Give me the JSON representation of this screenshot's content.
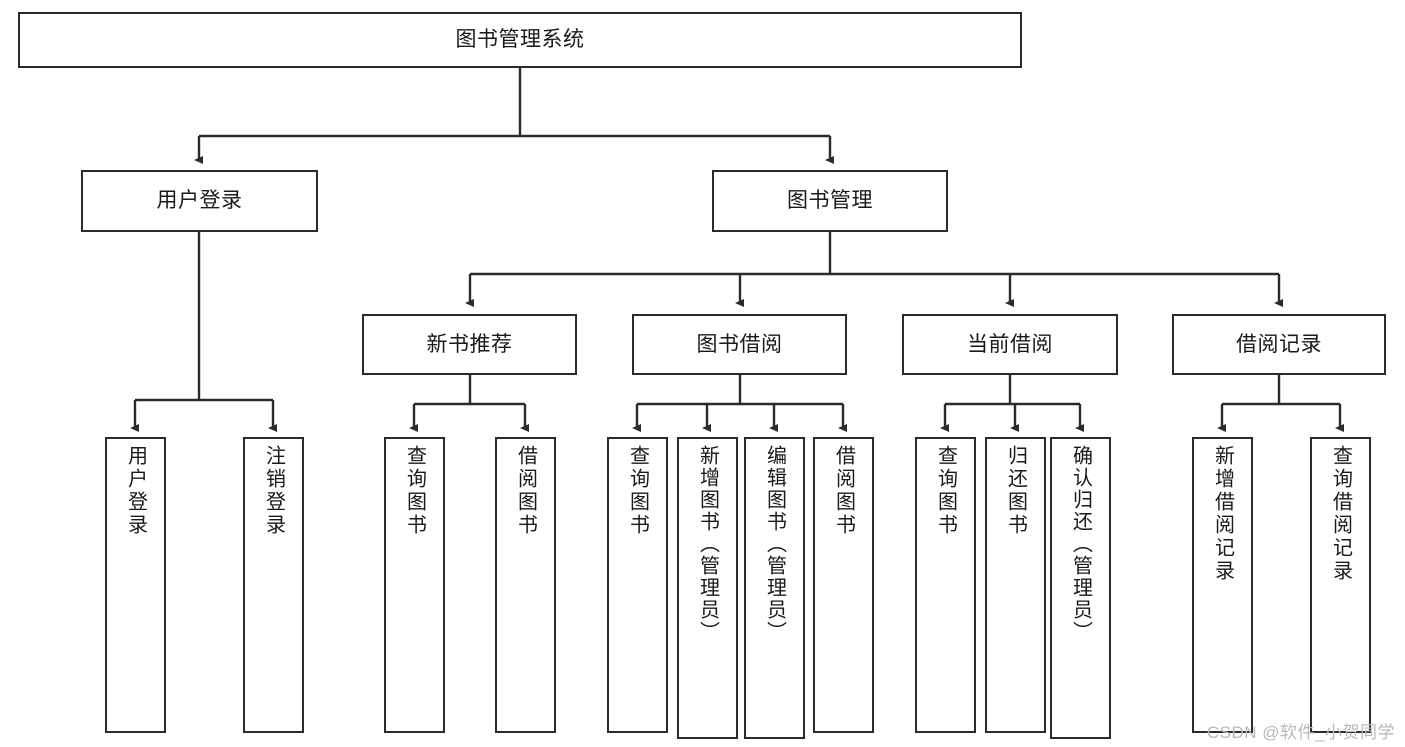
{
  "diagram": {
    "title": "图书管理系统",
    "watermark": "CSDN @软件_小贺同学",
    "type": "tree-hierarchy",
    "levels": 4,
    "root": {
      "label": "图书管理系统"
    },
    "level2": [
      {
        "label": "用户登录"
      },
      {
        "label": "图书管理"
      }
    ],
    "level3": [
      {
        "label": "新书推荐"
      },
      {
        "label": "图书借阅"
      },
      {
        "label": "当前借阅"
      },
      {
        "label": "借阅记录"
      }
    ],
    "leaves": {
      "user_login": [
        {
          "label": "用户登录"
        },
        {
          "label": "注销登录"
        }
      ],
      "new_book_recommend": [
        {
          "label": "查询图书"
        },
        {
          "label": "借阅图书"
        }
      ],
      "book_borrow": [
        {
          "label": "查询图书"
        },
        {
          "label": "新增图书（管理员）"
        },
        {
          "label": "编辑图书（管理员）"
        },
        {
          "label": "借阅图书"
        }
      ],
      "current_borrow": [
        {
          "label": "查询图书"
        },
        {
          "label": "归还图书"
        },
        {
          "label": "确认归还（管理员）"
        }
      ],
      "borrow_records": [
        {
          "label": "新增借阅记录"
        },
        {
          "label": "查询借阅记录"
        }
      ]
    },
    "colors": {
      "stroke": "#2b2b2b",
      "fill": "#ffffff",
      "text": "#1a1a1a",
      "watermark": "#b9b9b9"
    }
  }
}
